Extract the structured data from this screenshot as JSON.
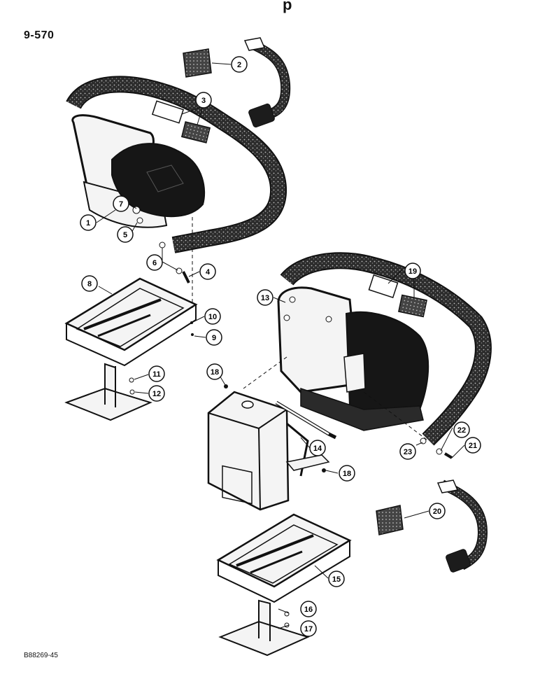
{
  "header": {
    "page_number": "9-570",
    "top_mark": "p"
  },
  "footer": {
    "figure_code": "B88269-45"
  },
  "callouts": [
    {
      "id": "c1",
      "label": "1"
    },
    {
      "id": "c2",
      "label": "2"
    },
    {
      "id": "c3",
      "label": "3"
    },
    {
      "id": "c4",
      "label": "4"
    },
    {
      "id": "c5",
      "label": "5"
    },
    {
      "id": "c6",
      "label": "6"
    },
    {
      "id": "c7",
      "label": "7"
    },
    {
      "id": "c8",
      "label": "8"
    },
    {
      "id": "c9",
      "label": "9"
    },
    {
      "id": "c10",
      "label": "10"
    },
    {
      "id": "c11",
      "label": "11"
    },
    {
      "id": "c12",
      "label": "12"
    },
    {
      "id": "c13",
      "label": "13"
    },
    {
      "id": "c14",
      "label": "14"
    },
    {
      "id": "c15",
      "label": "15"
    },
    {
      "id": "c16",
      "label": "16"
    },
    {
      "id": "c17",
      "label": "17"
    },
    {
      "id": "c18a",
      "label": "18"
    },
    {
      "id": "c18b",
      "label": "18"
    },
    {
      "id": "c19",
      "label": "19"
    },
    {
      "id": "c20",
      "label": "20"
    },
    {
      "id": "c21",
      "label": "21"
    },
    {
      "id": "c22",
      "label": "22"
    },
    {
      "id": "c23",
      "label": "23"
    }
  ],
  "colors": {
    "ink": "#111111",
    "cushion": "#161616",
    "belt": "#3a3a3a",
    "panel": "#f4f4f4"
  }
}
